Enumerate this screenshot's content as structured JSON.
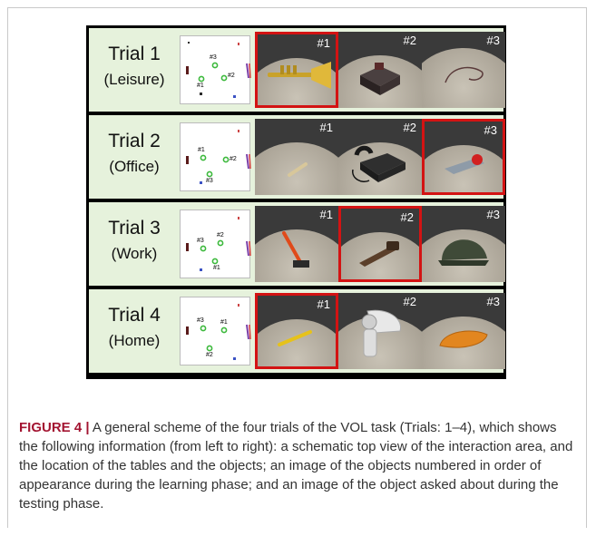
{
  "figure": {
    "rows": [
      {
        "trial": "Trial 1",
        "category": "(Leisure)",
        "map_labels": [
          "#3",
          "#2",
          "#1"
        ],
        "photos": [
          {
            "label": "#1",
            "highlighted": true,
            "object": "trumpet-icon"
          },
          {
            "label": "#2",
            "highlighted": false,
            "object": "box-object-icon"
          },
          {
            "label": "#3",
            "highlighted": false,
            "object": "wire-object-icon"
          }
        ]
      },
      {
        "trial": "Trial 2",
        "category": "(Office)",
        "map_labels": [
          "#1",
          "#2",
          "#3"
        ],
        "photos": [
          {
            "label": "#1",
            "highlighted": false,
            "object": "pen-icon"
          },
          {
            "label": "#2",
            "highlighted": false,
            "object": "telephone-icon"
          },
          {
            "label": "#3",
            "highlighted": true,
            "object": "stapler-icon"
          }
        ]
      },
      {
        "trial": "Trial 3",
        "category": "(Work)",
        "map_labels": [
          "#3",
          "#2",
          "#1"
        ],
        "photos": [
          {
            "label": "#1",
            "highlighted": false,
            "object": "hammer-icon"
          },
          {
            "label": "#2",
            "highlighted": true,
            "object": "saw-icon"
          },
          {
            "label": "#3",
            "highlighted": false,
            "object": "helmet-icon"
          }
        ]
      },
      {
        "trial": "Trial 4",
        "category": "(Home)",
        "map_labels": [
          "#3",
          "#1",
          "#2"
        ],
        "photos": [
          {
            "label": "#1",
            "highlighted": true,
            "object": "toothbrush-icon"
          },
          {
            "label": "#2",
            "highlighted": false,
            "object": "hairdryer-icon"
          },
          {
            "label": "#3",
            "highlighted": false,
            "object": "slipper-icon"
          }
        ]
      }
    ],
    "colors": {
      "row_background": "#e6f2dc",
      "highlight": "#d31313",
      "map_dot": "#3cb93c",
      "caption_label": "#a31431"
    }
  },
  "caption": {
    "label": "FIGURE 4 |",
    "text": " A general scheme of the four trials of the VOL task (Trials: 1–4), which shows the following information (from left to right): a schematic top view of the interaction area, and the location of the tables and the objects; an image of the objects numbered in order of appearance during the learning phase; and an image of the object asked about during the testing phase."
  }
}
